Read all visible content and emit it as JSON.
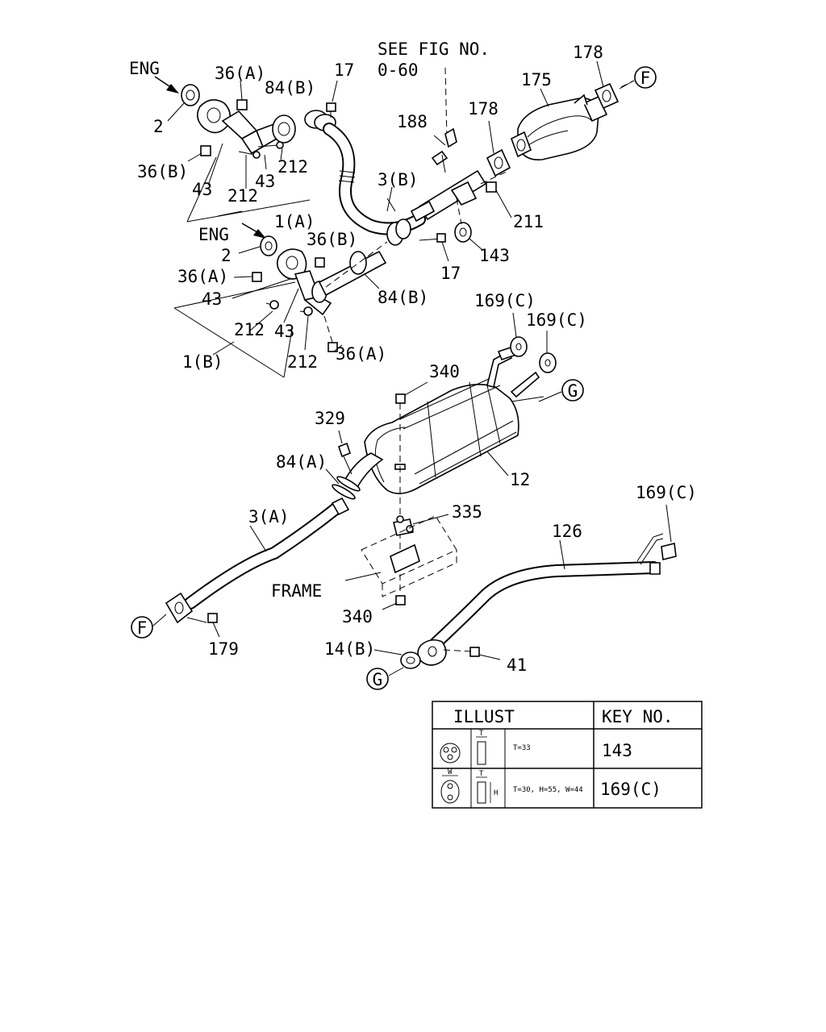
{
  "labels": {
    "eng_top": "ENG",
    "eng_mid": "ENG",
    "see_fig_1": "SEE FIG NO.",
    "see_fig_2": "0-60",
    "p2_top": "2",
    "p2_mid": "2",
    "p36a_top": "36(A)",
    "p36b_top": "36(B)",
    "p36b_mid": "36(B)",
    "p36a_mid": "36(A)",
    "p36a_low": "36(A)",
    "p84b_top": "84(B)",
    "p84b_mid": "84(B)",
    "p84a": "84(A)",
    "p17_top": "17",
    "p17_mid": "17",
    "p178_top": "178",
    "p178_mid": "178",
    "p175": "175",
    "p188": "188",
    "p3b": "3(B)",
    "p3a": "3(A)",
    "p211": "211",
    "p143": "143",
    "p43_a": "43",
    "p43_b": "43",
    "p43_c": "43",
    "p43_d": "43",
    "p212_a": "212",
    "p212_b": "212",
    "p212_c": "212",
    "p212_d": "212",
    "p1a": "1(A)",
    "p1b": "1(B)",
    "p169c_1": "169(C)",
    "p169c_2": "169(C)",
    "p169c_3": "169(C)",
    "p340_top": "340",
    "p340_low": "340",
    "p329": "329",
    "p12": "12",
    "p335": "335",
    "p126": "126",
    "frame": "FRAME",
    "p179": "179",
    "p14b": "14(B)",
    "p41": "41",
    "ref_f_top": "F",
    "ref_f_low": "F",
    "ref_g_top": "G",
    "ref_g_low": "G"
  },
  "legend_table": {
    "header_illust": "ILLUST",
    "header_key": "KEY NO.",
    "rows": [
      {
        "spec": "T=33",
        "key": "143"
      },
      {
        "spec": "T=30, H=55, W=44",
        "key": "169(C)"
      }
    ],
    "dim_t": "T",
    "dim_w": "W",
    "dim_h": "H"
  }
}
